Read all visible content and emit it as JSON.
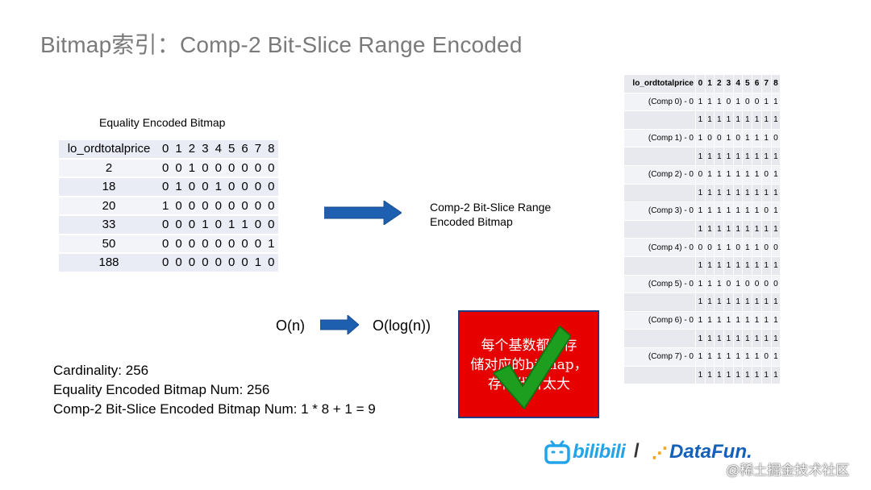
{
  "title": "Bitmap索引：Comp-2 Bit-Slice Range Encoded",
  "equality": {
    "caption": "Equality Encoded Bitmap",
    "header_key": "lo_ordtotalprice",
    "header_bits": [
      "0",
      "1",
      "2",
      "3",
      "4",
      "5",
      "6",
      "7",
      "8"
    ],
    "rows": [
      {
        "key": "2",
        "bits": [
          "0",
          "0",
          "1",
          "0",
          "0",
          "0",
          "0",
          "0",
          "0"
        ]
      },
      {
        "key": "18",
        "bits": [
          "0",
          "1",
          "0",
          "0",
          "1",
          "0",
          "0",
          "0",
          "0"
        ]
      },
      {
        "key": "20",
        "bits": [
          "1",
          "0",
          "0",
          "0",
          "0",
          "0",
          "0",
          "0",
          "0"
        ]
      },
      {
        "key": "33",
        "bits": [
          "0",
          "0",
          "0",
          "1",
          "0",
          "1",
          "1",
          "0",
          "0"
        ]
      },
      {
        "key": "50",
        "bits": [
          "0",
          "0",
          "0",
          "0",
          "0",
          "0",
          "0",
          "0",
          "1"
        ]
      },
      {
        "key": "188",
        "bits": [
          "0",
          "0",
          "0",
          "0",
          "0",
          "0",
          "0",
          "1",
          "0"
        ]
      }
    ]
  },
  "comp2_caption_line1": "Comp-2 Bit-Slice Range",
  "comp2_caption_line2": "Encoded Bitmap",
  "complexity": {
    "from": "O(n)",
    "to": "O(log(n))"
  },
  "red_box": {
    "lines": [
      "每个基数都要存",
      "储对应的bitmap，",
      "存储代价太大"
    ],
    "background": "#e60000",
    "check_color": "#1e9e1e"
  },
  "stats": [
    "Cardinality: 256",
    "Equality Encoded Bitmap Num: 256",
    "Comp-2 Bit-Slice Encoded Bitmap Num: 1 * 8 + 1 = 9"
  ],
  "comp2": {
    "header_key": "lo_ordtotalprice",
    "header_bits": [
      "0",
      "1",
      "2",
      "3",
      "4",
      "5",
      "6",
      "7",
      "8"
    ],
    "rows": [
      {
        "key": "(Comp 0) - 0",
        "bits": [
          "1",
          "1",
          "1",
          "0",
          "1",
          "0",
          "0",
          "1",
          "1"
        ]
      },
      {
        "key": "",
        "bits": [
          "1",
          "1",
          "1",
          "1",
          "1",
          "1",
          "1",
          "1",
          "1"
        ]
      },
      {
        "key": "(Comp 1) - 0",
        "bits": [
          "1",
          "0",
          "0",
          "1",
          "0",
          "1",
          "1",
          "1",
          "0"
        ]
      },
      {
        "key": "",
        "bits": [
          "1",
          "1",
          "1",
          "1",
          "1",
          "1",
          "1",
          "1",
          "1"
        ]
      },
      {
        "key": "(Comp 2) - 0",
        "bits": [
          "0",
          "1",
          "1",
          "1",
          "1",
          "1",
          "1",
          "0",
          "1"
        ]
      },
      {
        "key": "",
        "bits": [
          "1",
          "1",
          "1",
          "1",
          "1",
          "1",
          "1",
          "1",
          "1"
        ]
      },
      {
        "key": "(Comp 3) - 0",
        "bits": [
          "1",
          "1",
          "1",
          "1",
          "1",
          "1",
          "1",
          "0",
          "1"
        ]
      },
      {
        "key": "",
        "bits": [
          "1",
          "1",
          "1",
          "1",
          "1",
          "1",
          "1",
          "1",
          "1"
        ]
      },
      {
        "key": "(Comp 4) - 0",
        "bits": [
          "0",
          "0",
          "1",
          "1",
          "0",
          "1",
          "1",
          "0",
          "0"
        ]
      },
      {
        "key": "",
        "bits": [
          "1",
          "1",
          "1",
          "1",
          "1",
          "1",
          "1",
          "1",
          "1"
        ]
      },
      {
        "key": "(Comp 5) - 0",
        "bits": [
          "1",
          "1",
          "1",
          "0",
          "1",
          "0",
          "0",
          "0",
          "0"
        ]
      },
      {
        "key": "",
        "bits": [
          "1",
          "1",
          "1",
          "1",
          "1",
          "1",
          "1",
          "1",
          "1"
        ]
      },
      {
        "key": "(Comp 6) - 0",
        "bits": [
          "1",
          "1",
          "1",
          "1",
          "1",
          "1",
          "1",
          "1",
          "1"
        ]
      },
      {
        "key": "",
        "bits": [
          "1",
          "1",
          "1",
          "1",
          "1",
          "1",
          "1",
          "1",
          "1"
        ]
      },
      {
        "key": "(Comp 7) - 0",
        "bits": [
          "1",
          "1",
          "1",
          "1",
          "1",
          "1",
          "1",
          "0",
          "1"
        ]
      },
      {
        "key": "",
        "bits": [
          "1",
          "1",
          "1",
          "1",
          "1",
          "1",
          "1",
          "1",
          "1"
        ]
      }
    ]
  },
  "logos": {
    "bilibili": "bilibili",
    "slash": "/",
    "datafun": "DataFun."
  },
  "watermark": "@稀土掘金技术社区",
  "colors": {
    "arrow": "#1f5fb0",
    "title": "#7a7a7a"
  }
}
